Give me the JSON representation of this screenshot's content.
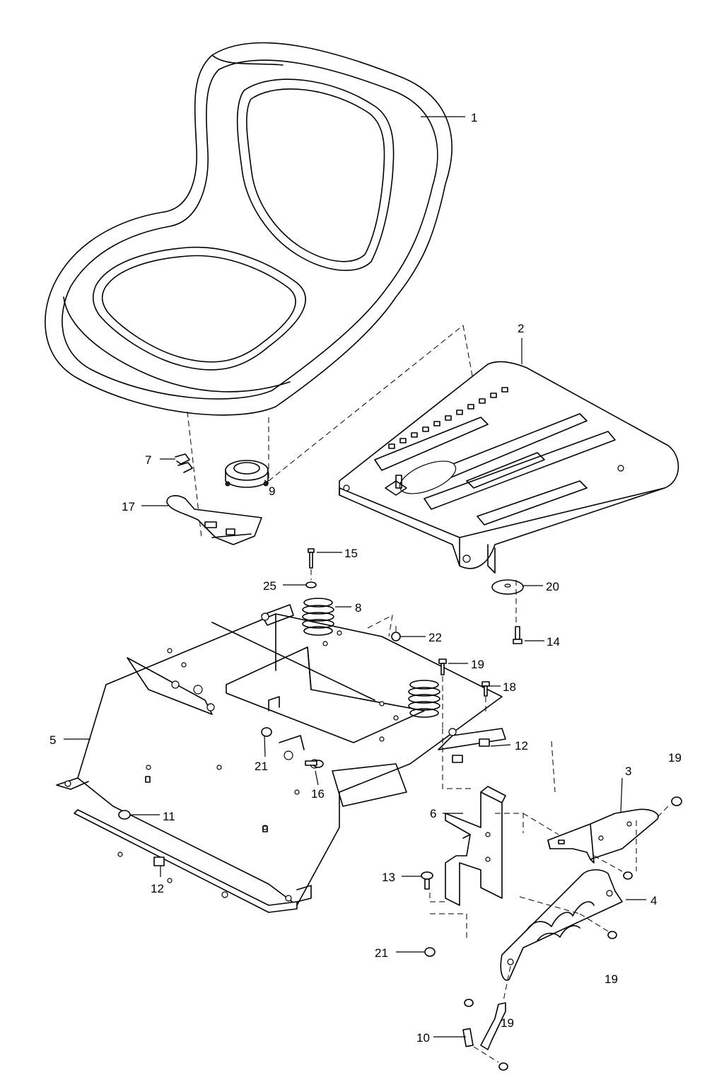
{
  "callouts": {
    "c1": "1",
    "c2": "2",
    "c3": "3",
    "c4": "4",
    "c5": "5",
    "c6": "6",
    "c7": "7",
    "c8": "8",
    "c9": "9",
    "c10": "10",
    "c11": "11",
    "c12a": "12",
    "c12b": "12",
    "c13": "13",
    "c14": "14",
    "c15": "15",
    "c16": "16",
    "c17": "17",
    "c18": "18",
    "c19a": "19",
    "c19b": "19",
    "c19c": "19",
    "c19d": "19",
    "c20": "20",
    "c21a": "21",
    "c21b": "21",
    "c22": "22",
    "c25": "25"
  }
}
